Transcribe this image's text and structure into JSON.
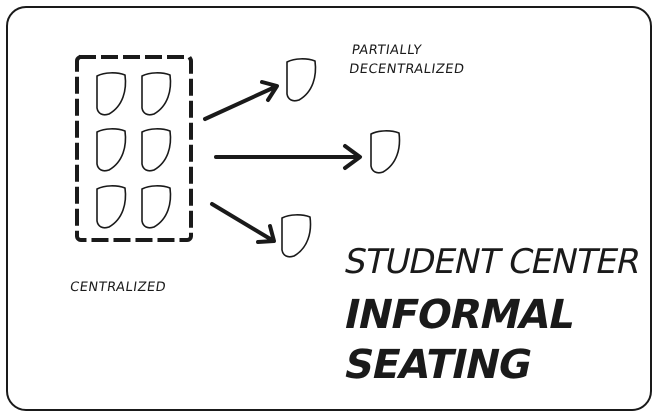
{
  "labels": {
    "partially_line1": "PARTIALLY",
    "partially_line2": "DECENTRALIZED",
    "centralized": "CENTRALIZED"
  },
  "title": {
    "line1": "STUDENT CENTER",
    "line2": "INFORMAL",
    "line3": "SEATING"
  },
  "colors": {
    "ink": "#1a1a1a",
    "paper": "#ffffff"
  },
  "icons": [
    "seat-icon",
    "arrow-icon",
    "dashed-boundary"
  ]
}
